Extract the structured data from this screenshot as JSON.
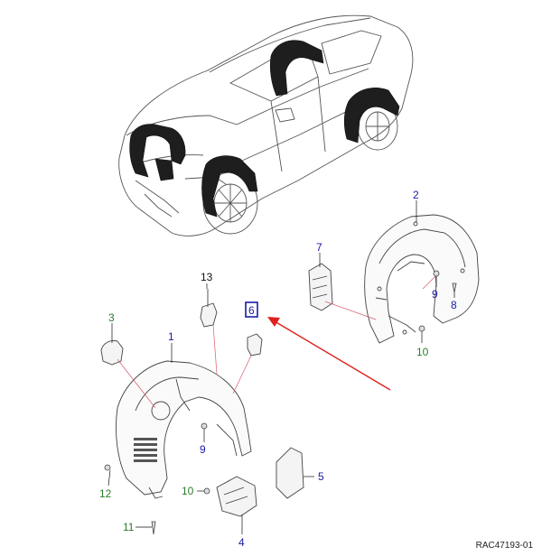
{
  "colors": {
    "label_blue": "#1a1aa8",
    "label_green": "#2c7a2c",
    "label_black": "#111111",
    "leader_pink": "#d65a6a",
    "arrow_red": "#e0201c",
    "highlight_box": "#1a1aa8",
    "line_art": "#444444",
    "part_dark": "#1e1e1e"
  },
  "callouts": [
    {
      "id": "c2",
      "text": "2"
    },
    {
      "id": "c7",
      "text": "7"
    },
    {
      "id": "c9a",
      "text": "9"
    },
    {
      "id": "c8",
      "text": "8"
    },
    {
      "id": "c10a",
      "text": "10"
    },
    {
      "id": "c13",
      "text": "13"
    },
    {
      "id": "c6",
      "text": "6"
    },
    {
      "id": "c3",
      "text": "3"
    },
    {
      "id": "c1",
      "text": "1"
    },
    {
      "id": "c9b",
      "text": "9"
    },
    {
      "id": "c5",
      "text": "5"
    },
    {
      "id": "c12",
      "text": "12"
    },
    {
      "id": "c10b",
      "text": "10"
    },
    {
      "id": "c4",
      "text": "4"
    },
    {
      "id": "c11",
      "text": "11"
    }
  ],
  "reference_code": "RAC47193-01"
}
